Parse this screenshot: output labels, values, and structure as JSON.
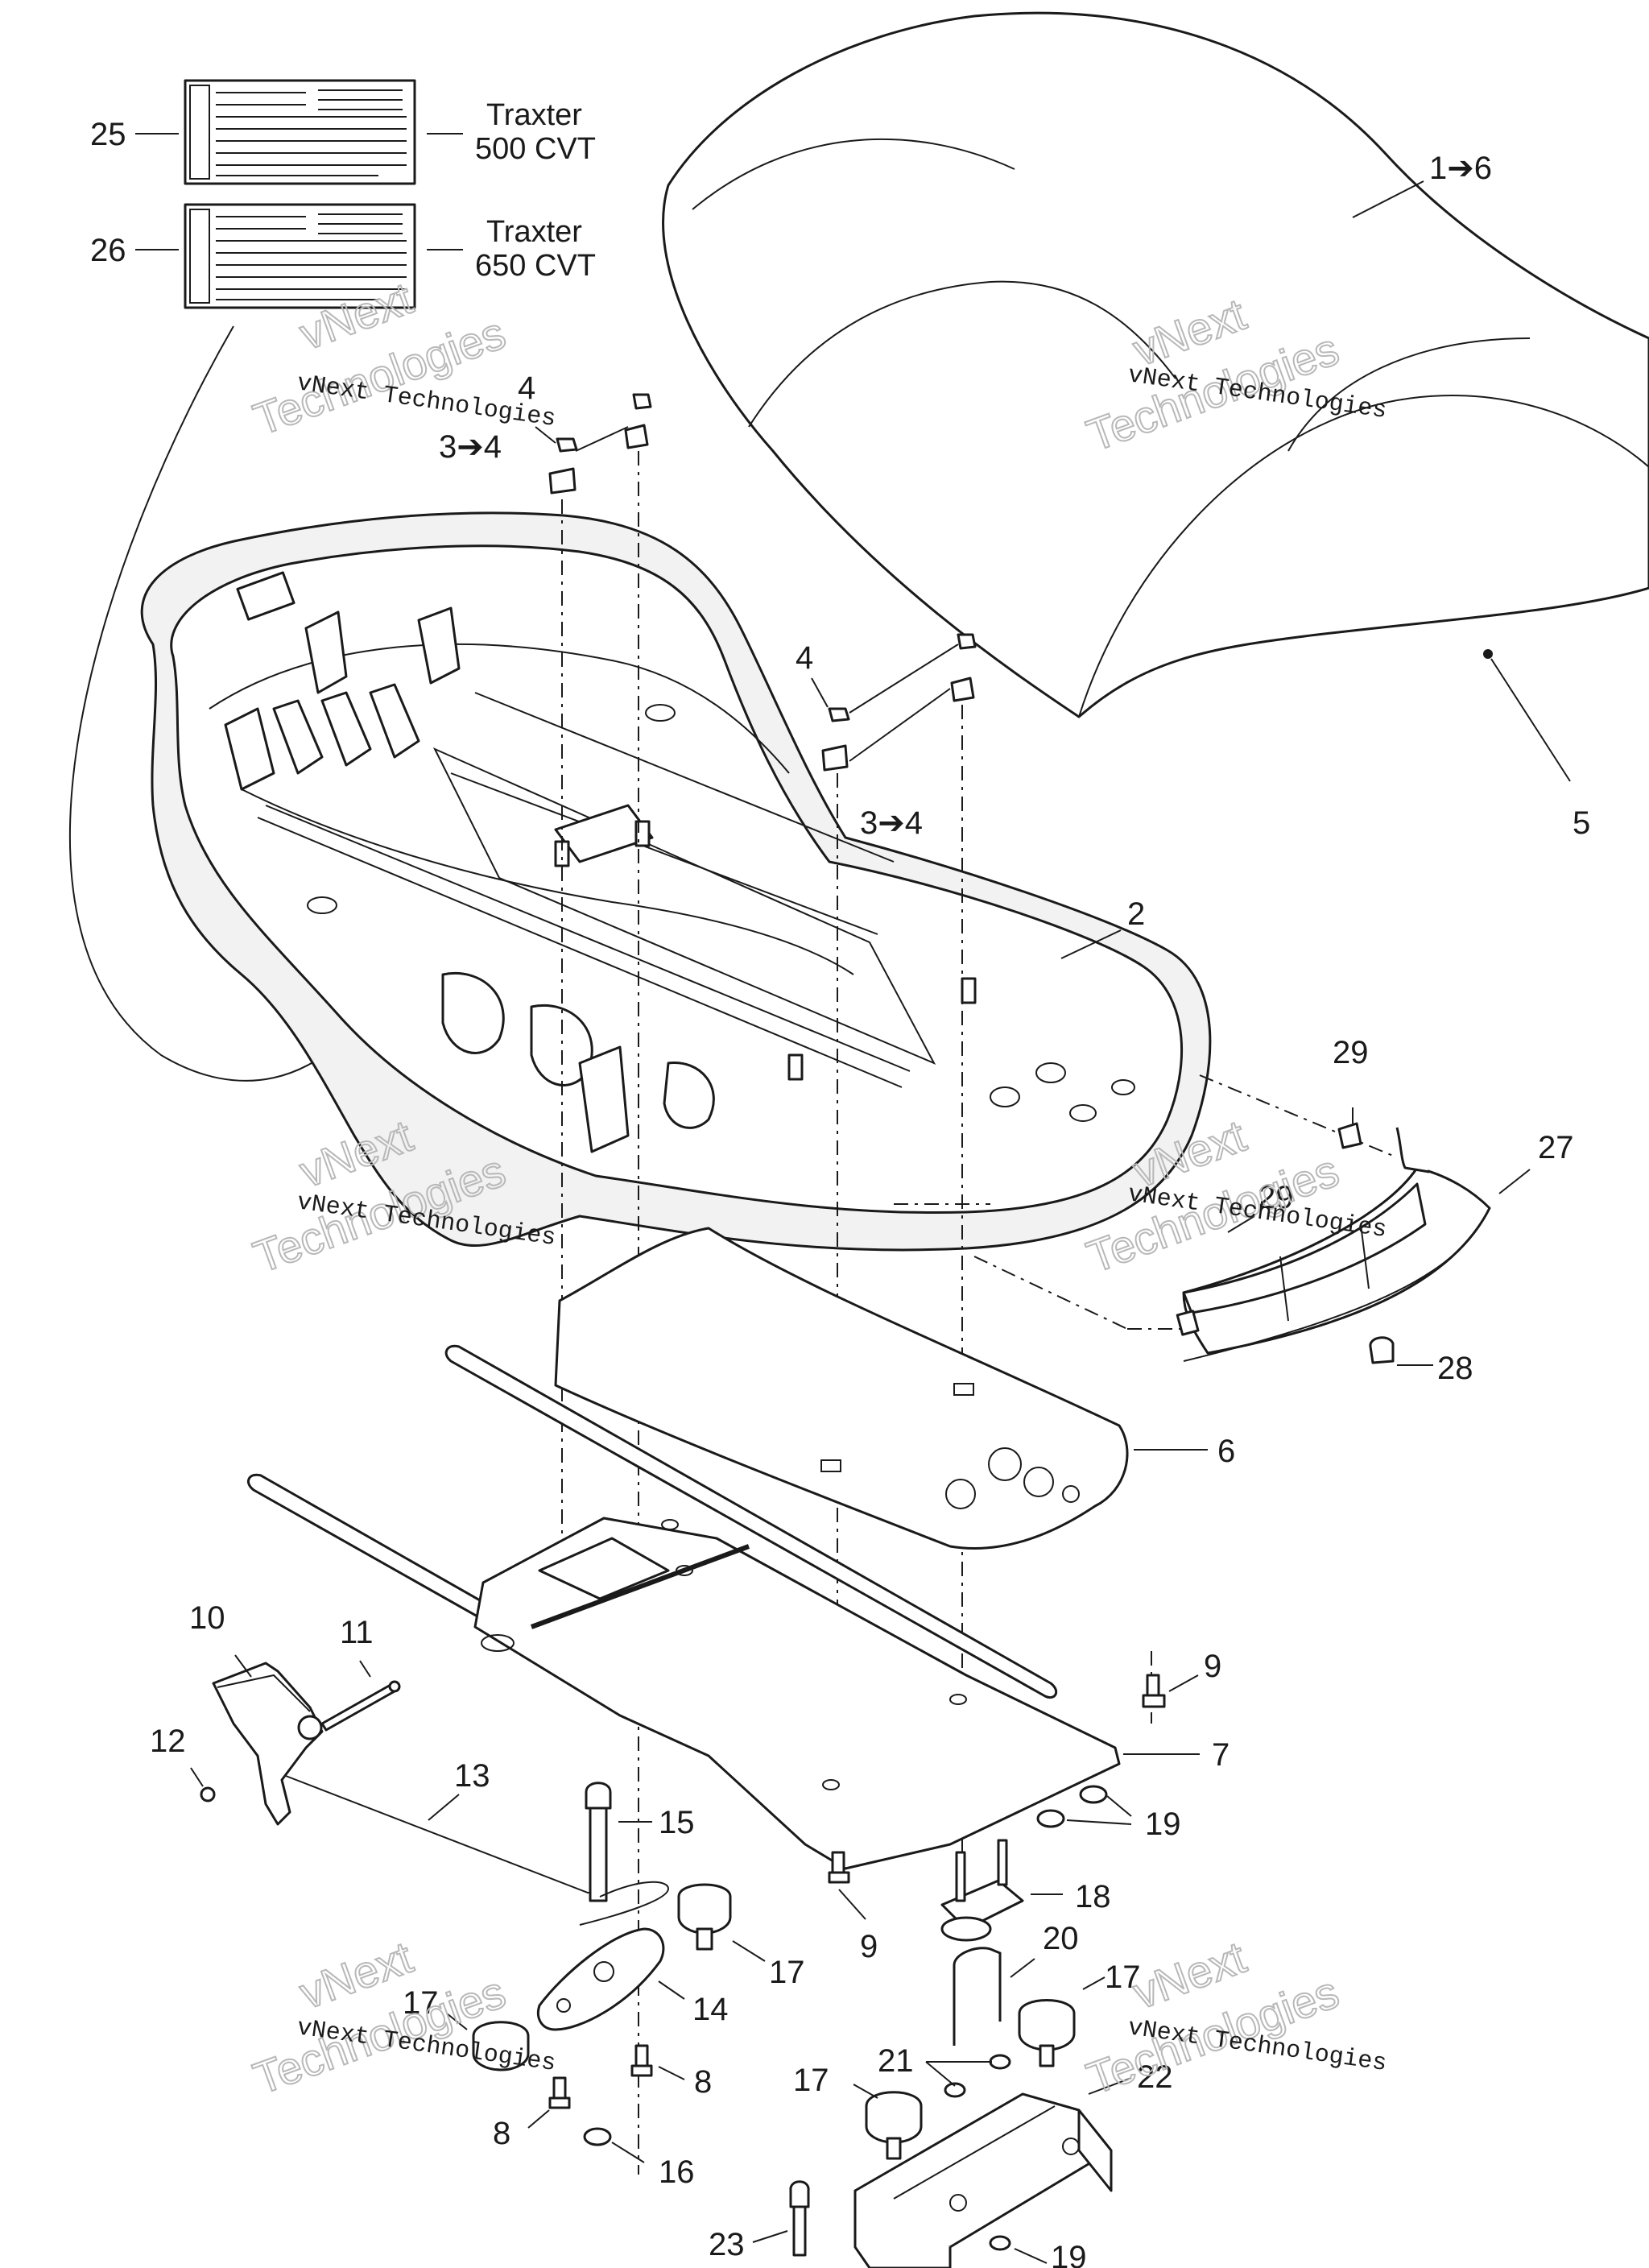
{
  "diagram": {
    "label_tags": [
      {
        "id": "tag-25",
        "part": "25"
      },
      {
        "id": "tag-26",
        "part": "26"
      }
    ],
    "models": [
      {
        "line1": "Traxter",
        "line2": "500 CVT"
      },
      {
        "line1": "Traxter",
        "line2": "650 CVT"
      }
    ],
    "callouts": {
      "c_25": "25",
      "c_26": "26",
      "c_1to6": "1➔6",
      "c_4a": "4",
      "c_3to4a": "3➔4",
      "c_4b": "4",
      "c_3to4b": "3➔4",
      "c_5": "5",
      "c_2": "2",
      "c_29a": "29",
      "c_27": "27",
      "c_29b": "29",
      "c_28": "28",
      "c_6": "6",
      "c_10": "10",
      "c_11": "11",
      "c_12": "12",
      "c_13": "13",
      "c_9a": "9",
      "c_7": "7",
      "c_15": "15",
      "c_19a": "19",
      "c_18": "18",
      "c_9b": "9",
      "c_17a": "17",
      "c_20": "20",
      "c_17b": "17",
      "c_17c": "17",
      "c_14": "14",
      "c_8a": "8",
      "c_21": "21",
      "c_22": "22",
      "c_17d": "17",
      "c_8b": "8",
      "c_16": "16",
      "c_23": "23",
      "c_19b": "19"
    },
    "watermark": {
      "line": "vNext Technologies",
      "word1": "vNext",
      "word2": "Technologies"
    }
  }
}
